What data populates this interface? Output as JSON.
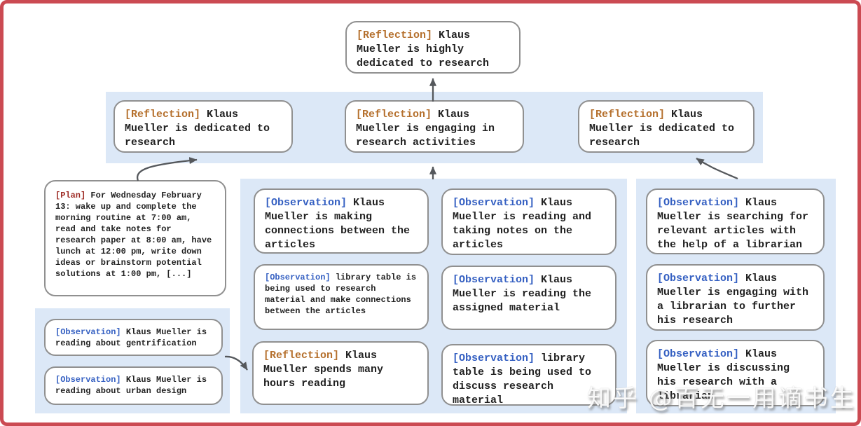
{
  "watermark": {
    "text": "知乎 @百无一用谪书生"
  },
  "colors": {
    "frame_border": "#cb4a52",
    "group_band": "#dce8f7",
    "node_border": "#909090",
    "node_background": "#ffffff",
    "body_text": "#222222",
    "arrow": "#55585c",
    "tag_reflection": "#b5702d",
    "tag_observation": "#3560c2",
    "tag_plan": "#9e2b25"
  },
  "nodes": {
    "root": {
      "tag": "[Reflection]",
      "text": "Klaus Mueller is highly dedicated to research"
    },
    "level2": [
      {
        "tag": "[Reflection]",
        "text": "Klaus Mueller is dedicated to research"
      },
      {
        "tag": "[Reflection]",
        "text": "Klaus Mueller is engaging in research activities"
      },
      {
        "tag": "[Reflection]",
        "text": "Klaus Mueller is dedicated to research"
      }
    ],
    "plan": {
      "tag": "[Plan]",
      "text": "For Wednesday February 13: wake up and complete the morning routine at 7:00 am, read and take notes for research paper at 8:00 am, have lunch at 12:00 pm, write down ideas or brainstorm potential solutions at 1:00 pm, [...]"
    },
    "left_group": [
      {
        "tag": "[Observation]",
        "text": "Klaus Mueller is reading about gentrification"
      },
      {
        "tag": "[Observation]",
        "text": "Klaus Mueller is reading about urban design"
      }
    ],
    "mid_col_a": [
      {
        "tag": "[Observation]",
        "text": "Klaus Mueller is making connections between the articles"
      },
      {
        "tag": "[Observation]",
        "text": "library table is being used to research material and make connections between the articles"
      },
      {
        "tag": "[Reflection]",
        "text": "Klaus Mueller spends many hours reading"
      }
    ],
    "mid_col_b": [
      {
        "tag": "[Observation]",
        "text": "Klaus Mueller is reading and taking notes on the articles"
      },
      {
        "tag": "[Observation]",
        "text": "Klaus Mueller is reading the assigned material"
      },
      {
        "tag": "[Observation]",
        "text": "library table is being used to discuss research material"
      }
    ],
    "right_group": [
      {
        "tag": "[Observation]",
        "text": "Klaus Mueller is searching for relevant articles with the help of a librarian"
      },
      {
        "tag": "[Observation]",
        "text": "Klaus Mueller is engaging with a librarian to further his research"
      },
      {
        "tag": "[Observation]",
        "text": "Klaus Mueller is discussing his research with a librarian"
      }
    ]
  }
}
